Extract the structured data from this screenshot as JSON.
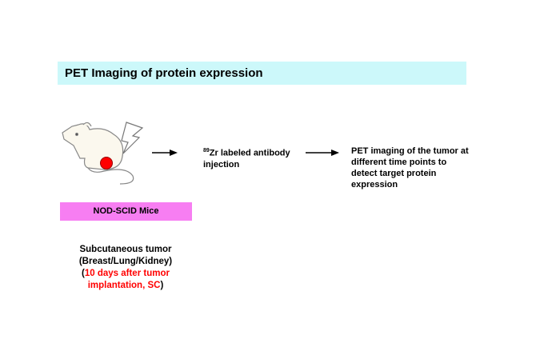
{
  "title": "PET Imaging of protein expression",
  "mice_label": "NOD-SCID Mice",
  "step2": {
    "superscript": "89",
    "text1": "Zr labeled antibody",
    "text2": "injection"
  },
  "step3": {
    "lines": [
      "PET imaging of the tumor  at",
      "different time points to",
      "detect target protein",
      "expression"
    ]
  },
  "tumor": {
    "line1": "Subcutaneous tumor",
    "line2": "(Breast/Lung/Kidney)",
    "open": "(",
    "red1": "10 days after tumor",
    "red2": "implantation, SC",
    "close": ")"
  },
  "colors": {
    "title_bg": "#ccf8fa",
    "mice_bg": "#f77ef2",
    "tumor_dot": "#ff0000",
    "highlight": "#ff0000"
  }
}
